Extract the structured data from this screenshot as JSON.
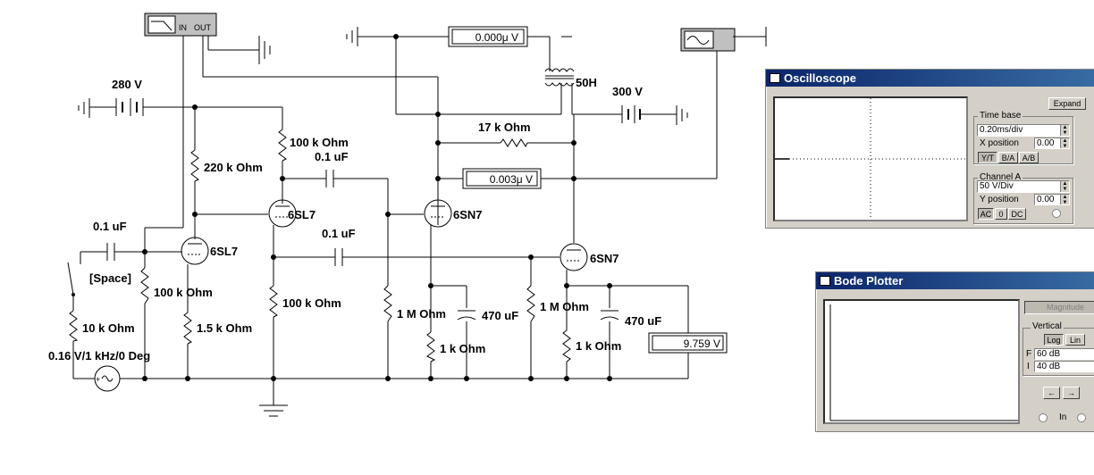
{
  "schematic": {
    "sources": {
      "supply_280": "280 V",
      "supply_300": "300 V",
      "signal_source": "0.16 V/1 kHz/0 Deg"
    },
    "switch_key": "[Space]",
    "resistors": {
      "r_10k": "10 k Ohm",
      "r_100k_grid": "100 k Ohm",
      "r_1_5k": "1.5 k Ohm",
      "r_220k": "220 k Ohm",
      "r_100k_plate": "100 k Ohm",
      "r_100k_cathode": "100 k Ohm",
      "r_1m_a": "1 M Ohm",
      "r_1k_a": "1 k Ohm",
      "r_17k": "17 k Ohm",
      "r_1m_b": "1 M Ohm",
      "r_1k_b": "1 k Ohm"
    },
    "capacitors": {
      "c_input": "0.1 uF",
      "c_couple_top": "0.1 uF",
      "c_couple_mid": "0.1 uF",
      "c_470_a": "470 uF",
      "c_470_b": "470 uF"
    },
    "tubes": {
      "v1": "6SL7",
      "v2": "6SL7",
      "v3": "6SN7",
      "v4": "6SN7"
    },
    "transformer_label": "50H",
    "bode_terminals": {
      "in": "IN",
      "out": "OUT"
    },
    "meters": {
      "top": "0.000μ  V",
      "middle": "0.003μ  V",
      "output": "9.759   V"
    }
  },
  "oscilloscope": {
    "title": "Oscilloscope",
    "expand_label": "Expand",
    "time_base": {
      "label": "Time base",
      "value": "0.20ms/div",
      "x_position_label": "X position",
      "x_position_value": "0.00",
      "modes": [
        "Y/T",
        "B/A",
        "A/B"
      ]
    },
    "channel_a": {
      "label": "Channel A",
      "value": "50  V/Div",
      "y_position_label": "Y position",
      "y_position_value": "0.00",
      "coupling": [
        "AC",
        "0",
        "DC"
      ]
    },
    "trace_color": "#000000"
  },
  "bode": {
    "title": "Bode Plotter",
    "magnitude_label": "Magnitude",
    "vertical_label": "Vertical",
    "scale": [
      "Log",
      "Lin"
    ],
    "f_label": "F",
    "f_value": "60 dB",
    "i_label": "I",
    "i_value": "40 dB",
    "arrows": [
      "←",
      "→"
    ],
    "in_label": "In"
  },
  "colors": {
    "title_bar": "#0a246a",
    "window_face": "#d4d0c8"
  }
}
